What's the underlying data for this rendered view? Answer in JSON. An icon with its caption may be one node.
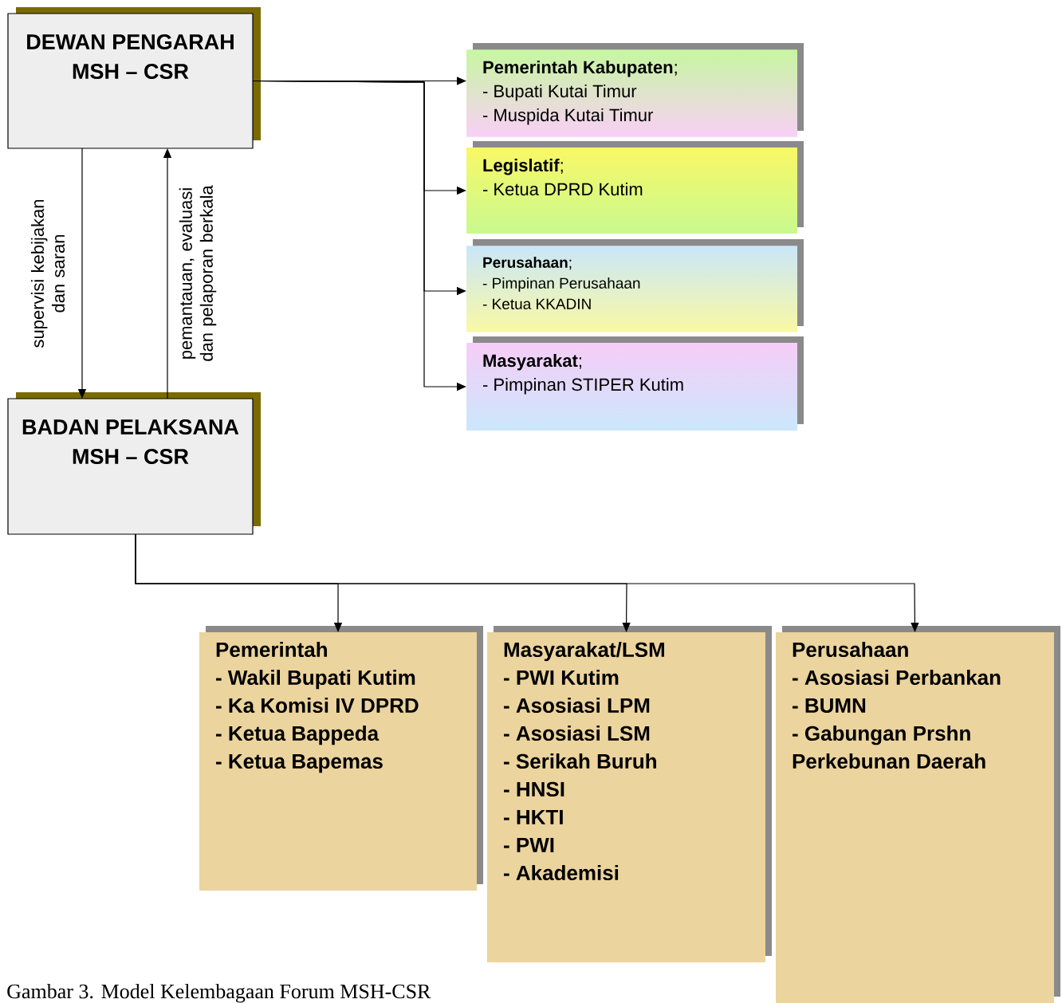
{
  "diagram": {
    "caption": "Gambar 3. Model Kelembagaan Forum MSH-CSR",
    "nodes": [
      {
        "text": [
          "DEWAN PENGARAH MSH – CSR"
        ]
      },
      {
        "text": [
          "BADAN PELAKSANA MSH – CSR"
        ]
      },
      {
        "text": [
          "**Pemerintah Kabupaten**;",
          "- Bupati Kutai Timur",
          "- Muspida Kutai Timur"
        ]
      },
      {
        "text": [
          "**Legislatif**;",
          "- Ketua DPRD Kutim"
        ]
      },
      {
        "text": [
          "**Perusahaan**;",
          "- Pimpinan Perusahaan",
          "- Ketua KKADIN"
        ]
      },
      {
        "text": [
          "**Masyarakat**;",
          "- Pimpinan STIPER Kutim"
        ]
      },
      {
        "text": [
          "Pemerintah",
          "- Wakil Bupati Kutim",
          "- Ka Komisi IV DPRD",
          "- Ketua Bappeda",
          "- Ketua Bapemas"
        ]
      },
      {
        "text": [
          "Masyarakat/LSM",
          "- PWI Kutim",
          "- Asosiasi LPM",
          "- Asosiasi LSM",
          "- Serikah Buruh",
          "- HNSI",
          "- HKTI",
          "- PWI",
          "- Akademisi"
        ]
      },
      {
        "text": [
          "Perusahaan",
          "- Asosiasi Perbankan",
          "- BUMN",
          "- Gabungan Prshn Perkebunan Daerah"
        ]
      }
    ],
    "edges": [
      {
        "from": 0,
        "to": 1,
        "arrow": "to",
        "label": "supervisi kebijakan dan saran"
      },
      {
        "from": 1,
        "to": 0,
        "arrow": "to",
        "label": "pemantauan, evaluasi dan pelaporan berkala"
      },
      {
        "from": 0,
        "to": 2,
        "arrow": "to"
      },
      {
        "from": 0,
        "to": 3,
        "arrow": "to"
      },
      {
        "from": 0,
        "to": 4,
        "arrow": "to"
      },
      {
        "from": 0,
        "to": 5,
        "arrow": "to"
      },
      {
        "from": 1,
        "to": 6,
        "arrow": "to"
      },
      {
        "from": 1,
        "to": 7,
        "arrow": "to"
      },
      {
        "from": 1,
        "to": 8,
        "arrow": "to"
      }
    ]
  }
}
